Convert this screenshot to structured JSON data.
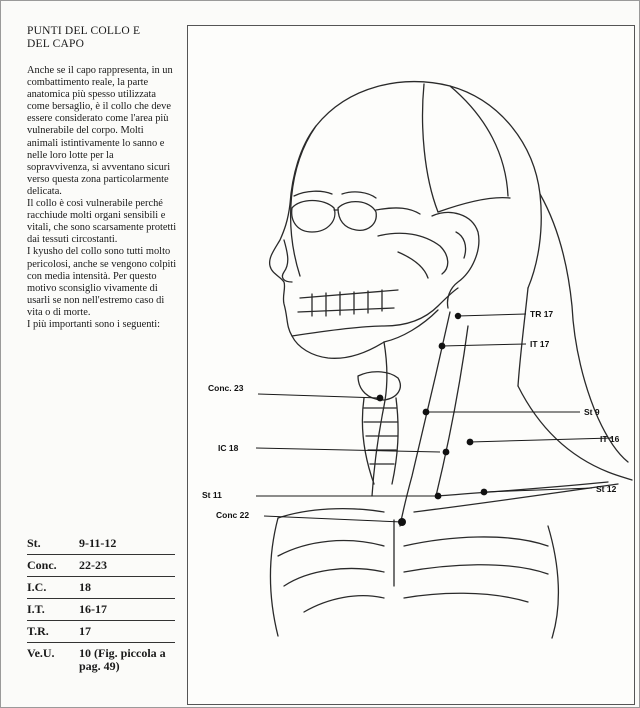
{
  "text": {
    "heading_line1": "PUNTI DEL COLLO E",
    "heading_line2": "DEL CAPO",
    "paragraphs": [
      "Anche se il capo rappresenta, in un combattimento reale, la parte anatomica più spesso utilizzata come bersaglio, è il collo che deve essere considerato come l'area più vulnerabile del corpo. Molti animali istintivamente lo sanno e nelle loro lotte per la sopravvivenza, si avventano sicuri verso questa zona particolarmente delicata.",
      "Il collo è così vulnerabile perché racchiude molti organi sensibili e vitali, che sono scarsamente protetti dai tessuti circostanti.",
      "I kyusho del collo sono tutti molto pericolosi, anche se vengono colpiti con media intensità. Per questo motivo sconsiglio vivamente di usarli se non nell'estremo caso di vita o di morte.",
      "I più importanti sono i seguenti:"
    ]
  },
  "points_table": [
    {
      "code": "St.",
      "value": "9-11-12"
    },
    {
      "code": "Conc.",
      "value": "22-23"
    },
    {
      "code": "I.C.",
      "value": "18"
    },
    {
      "code": "I.T.",
      "value": "16-17"
    },
    {
      "code": "T.R.",
      "value": "17"
    },
    {
      "code": "Ve.U.",
      "value": "10 (Fig. piccola a pag. 49)"
    }
  ],
  "figure_labels": {
    "tr17": "TR 17",
    "it17": "IT 17",
    "conc23": "Conc. 23",
    "st9": "St 9",
    "ic18": "IC 18",
    "it16": "IT 16",
    "st11": "St 11",
    "st12": "St 12",
    "conc22": "Conc 22"
  }
}
